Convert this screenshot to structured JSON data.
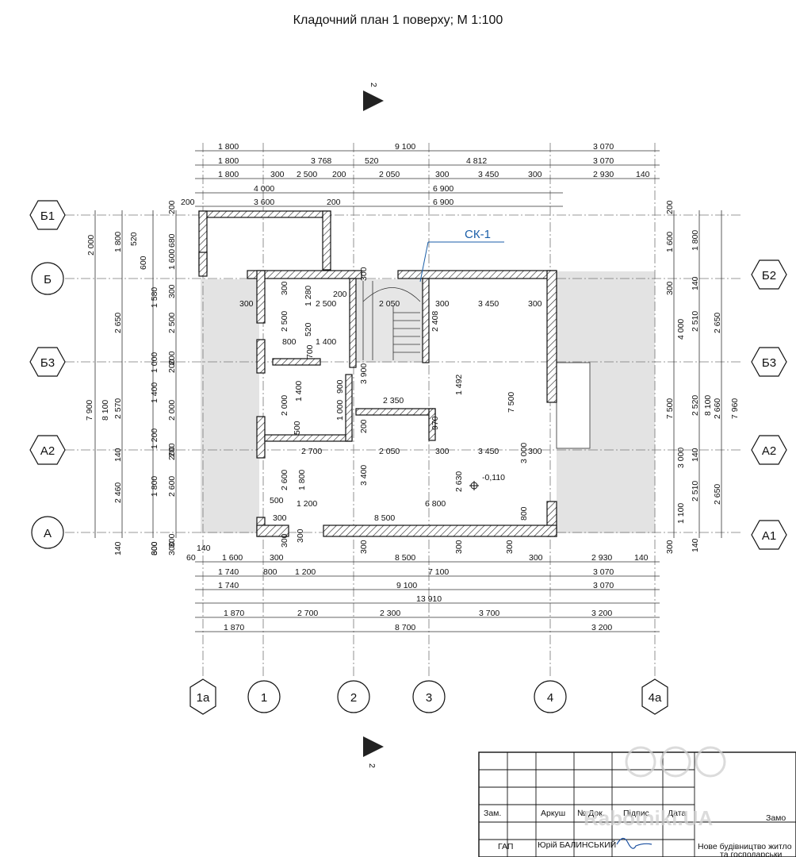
{
  "sheet": {
    "title": "Кладочний план 1 поверху; М 1:100",
    "section_mark": "2",
    "column_label": "СК-1",
    "level_mark": "-0,110"
  },
  "axes": {
    "vertical": [
      "1а",
      "1",
      "2",
      "3",
      "4",
      "4а"
    ],
    "horizontal_left": [
      "Б1",
      "Б",
      "Б3",
      "А2",
      "А"
    ],
    "horizontal_right": [
      "Б2",
      "Б3",
      "А2",
      "А1"
    ]
  },
  "dimensions": {
    "top": [
      [
        "1 800",
        "9 100",
        "3 070"
      ],
      [
        "1 800",
        "3 768",
        "520",
        "4 812",
        "3 070"
      ],
      [
        "1 800",
        "300",
        "2 500",
        "200",
        "2 050",
        "300",
        "3 450",
        "300",
        "2 930",
        "140"
      ],
      [
        "4 000",
        "6 900"
      ],
      [
        "200",
        "3 600",
        "200",
        "6 900"
      ]
    ],
    "bottom": [
      [
        "60",
        "140",
        "1 600",
        "300",
        "8 500",
        "300",
        "2 930",
        "140"
      ],
      [
        "1 740",
        "800",
        "1 200",
        "7 100",
        "3 070"
      ],
      [
        "1 740",
        "9 100",
        "3 070"
      ],
      [
        "13 910"
      ],
      [
        "1 870",
        "2 700",
        "2 300",
        "3 700",
        "3 200"
      ],
      [
        "1 870",
        "8 700",
        "3 200"
      ]
    ],
    "left": [
      [
        "7 900"
      ],
      [
        "8 100"
      ],
      [
        "2 000",
        "2 650",
        "2 570",
        "2 460",
        "140"
      ],
      [
        "1 800",
        "520",
        "600",
        "1 580",
        "2 500",
        "1 400",
        "1 000",
        "140",
        "1 200",
        "2 600",
        "1 800",
        "600"
      ],
      [
        "680",
        "1 600",
        "300",
        "200",
        "2 000",
        "200",
        "300"
      ],
      [
        "200",
        "300",
        "200",
        "200",
        "300"
      ]
    ],
    "right": [
      [
        "200",
        "1 600",
        "300",
        "4 000",
        "7 500",
        "1 100",
        "300"
      ],
      [
        "1 800",
        "140",
        "2 510",
        "2 520",
        "140",
        "2 510",
        "140"
      ],
      [
        "2 650",
        "8 100",
        "3 000",
        "2 650"
      ],
      [
        "2 660",
        "7 960"
      ]
    ],
    "interior": [
      "300",
      "300",
      "1 280",
      "2 500",
      "200",
      "2 050",
      "300",
      "3 450",
      "300",
      "2 500",
      "1 400",
      "520",
      "800",
      "700",
      "2 408",
      "3 900",
      "1 492",
      "7 500",
      "900",
      "2 350",
      "1 000",
      "500",
      "970",
      "200",
      "2 000",
      "1 400",
      "2 700",
      "2 050",
      "300",
      "3 450",
      "300",
      "3 000",
      "3 400",
      "2 600",
      "1 800",
      "2 630",
      "500",
      "1 200",
      "6 800",
      "300",
      "8 500",
      "300",
      "800",
      "300",
      "300",
      "300",
      "300",
      "300"
    ]
  },
  "stamp": {
    "headers": [
      "Зам.",
      "Аркуш",
      "№ Док.",
      "Підпис",
      "Дата"
    ],
    "role": "ГАП",
    "name": "Юрій БАЛИНСЬКИЙ",
    "customer": "Замо",
    "project_line1": "Нове будівництво житло",
    "project_line2": "та господарськи"
  },
  "watermark": "Rabotniki.UA"
}
